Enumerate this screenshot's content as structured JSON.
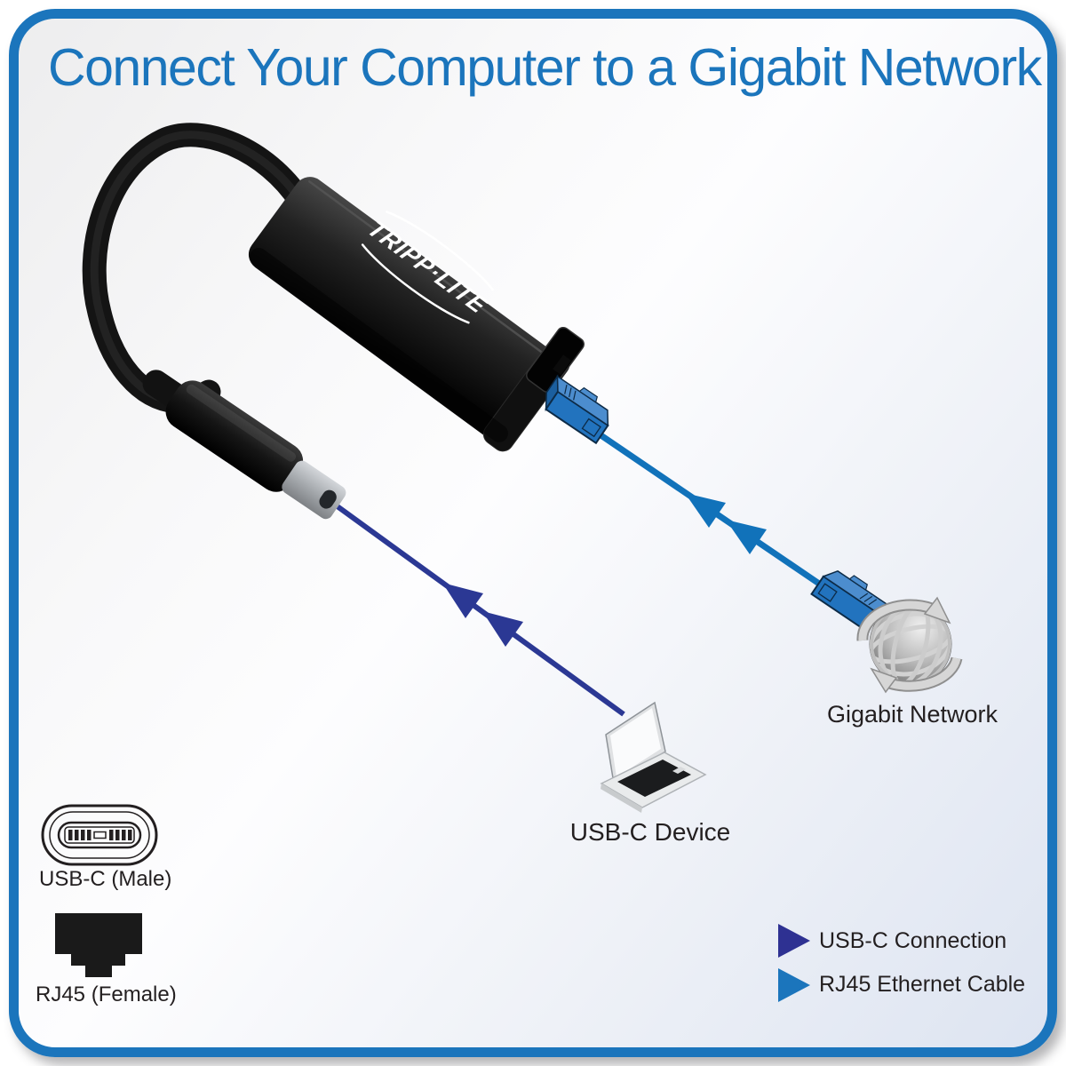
{
  "title": {
    "text": "Connect Your Computer to a Gigabit Network"
  },
  "product": {
    "brand_logo": "TRIPP·LITE",
    "description": "USB-C to RJ45 Gigabit Ethernet adapter"
  },
  "nodes": {
    "device": {
      "label": "USB-C Device",
      "icon": "laptop-icon"
    },
    "network": {
      "label": "Gigabit Network",
      "icon": "globe-icon"
    }
  },
  "connector_key": {
    "usb_c_male": {
      "label": "USB-C (Male)",
      "icon": "usb-c-male-icon"
    },
    "rj45_female": {
      "label": "RJ45 (Female)",
      "icon": "rj45-female-icon"
    }
  },
  "legend": {
    "usb_c": {
      "label": "USB-C Connection",
      "arrow_color": "#2E3192"
    },
    "rj45": {
      "label": "RJ45 Ethernet Cable",
      "arrow_color": "#1B75BC"
    }
  },
  "colors": {
    "title": "#1B75BC",
    "frame_border": "#1B75BC",
    "usb_c_line": "#2B3894",
    "ethernet_line": "#1172BA",
    "label_text": "#231F20",
    "plug_blue": "#2273BE"
  }
}
